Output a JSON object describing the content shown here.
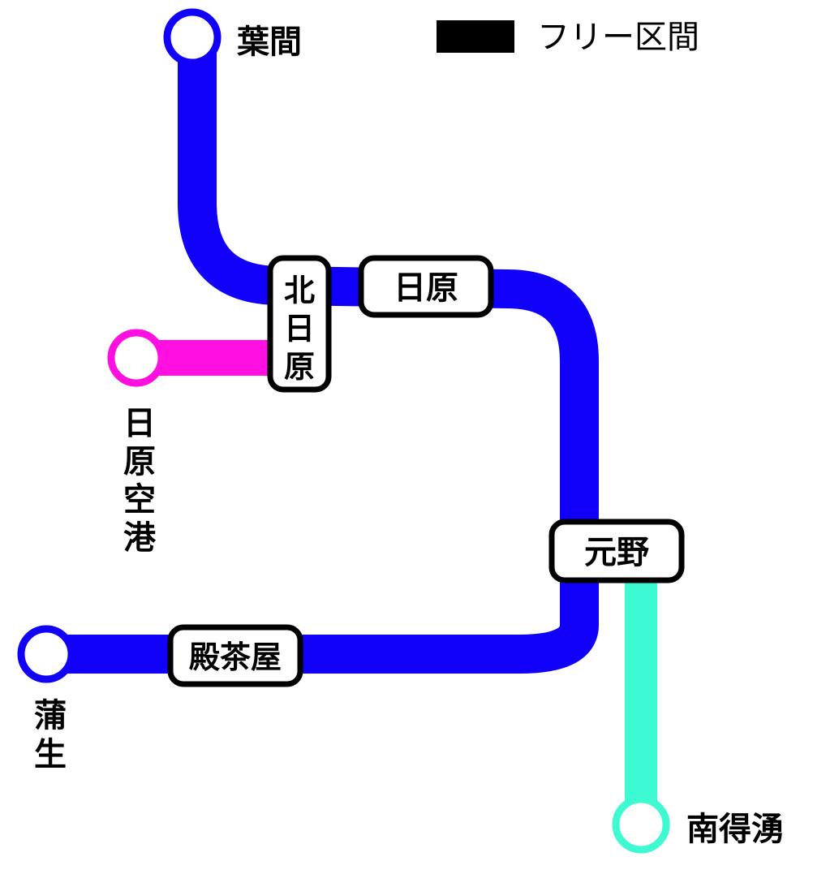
{
  "colors": {
    "main_line": "#1000FA",
    "airport_line": "#FF10E0",
    "south_line": "#3EFAD2",
    "free_section": "#000000",
    "background": "#FFFFFF"
  },
  "legend": {
    "label": "フリー区間"
  },
  "stations": {
    "haba": "葉間",
    "kitahinohara": [
      "北",
      "日",
      "原"
    ],
    "hinohara": "日原",
    "airport": [
      "日",
      "原",
      "空",
      "港"
    ],
    "motono": "元野",
    "denchaya": "殿茶屋",
    "gamou": [
      "蒲",
      "生"
    ],
    "minamiuyu": "南得湧"
  }
}
